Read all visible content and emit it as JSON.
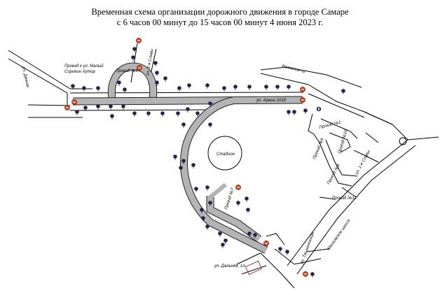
{
  "title": {
    "line1": "Временная схема организации дорожного движения в городе Самаре",
    "line2": "с 6 часов 00 минут до 15 часов 00 минут 4 июня 2023 г."
  },
  "streets": {
    "proezd_maly": "Проезд к ул. Малый",
    "sorokin": "Сорокин Хутор",
    "dachnaya": "ул. Дачная",
    "proezd2": "Проезд №2",
    "slavy": "ул. 1-я Славы",
    "arena": "ул. Арена 2018",
    "volzhskoe": "Волжское ш.",
    "proezd1": "Проезд №1",
    "proezd9": "Проезд №9",
    "proezd10": "Проезд №10",
    "slavy2": "ул. 1-я Славы",
    "proezd8": "Проезд №8",
    "proezd12": "Проезд №12",
    "stadion": "Стадион",
    "proezd7": "Проезд №7",
    "moskovskoe": "Московское шоссе",
    "dalnyaya": "ул. Дальняя, 1А",
    "tashkentskaya": "ул. Ташкентская"
  },
  "icons": {
    "no_entry": "no-entry-sign-icon",
    "parking": "parking-sign-icon",
    "bus": "bus-stop-icon"
  },
  "colors": {
    "closed_road": "#b4b4b4",
    "no_entry": "#d9421a",
    "marker": "#2a1f4e"
  }
}
